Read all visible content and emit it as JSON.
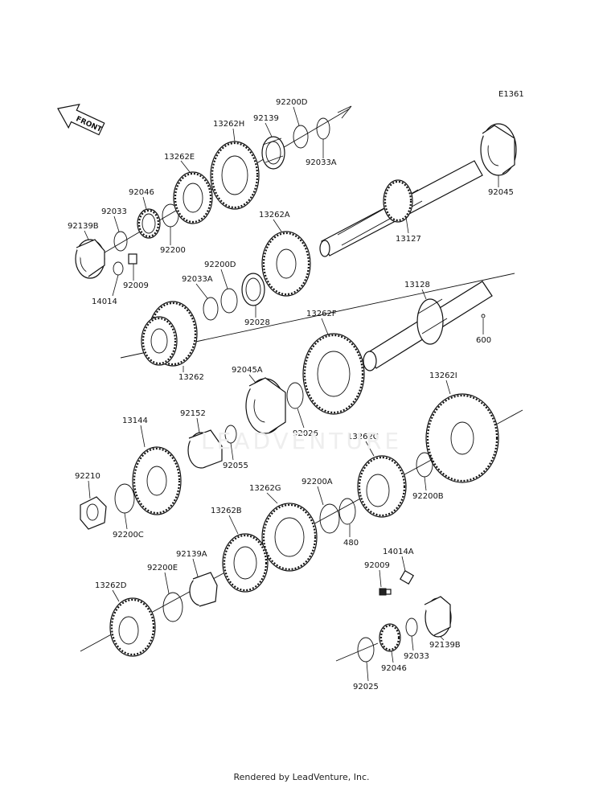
{
  "diagram": {
    "code": "E1361",
    "front_label": "FRONT",
    "watermark": "LEADVENTURE",
    "footer": "Rendered by LeadVenture, Inc."
  },
  "labels": {
    "p13262H": "13262H",
    "p92139_top": "92139",
    "p92200D_top": "92200D",
    "p92033A_top": "92033A",
    "p13262E": "13262E",
    "p92046_top": "92046",
    "p92033_top": "92033",
    "p92139B_top": "92139B",
    "p92200": "92200",
    "p92009_top": "92009",
    "p14014": "14014",
    "p92045": "92045",
    "p13127": "13127",
    "p13262A": "13262A",
    "p92200D_mid": "92200D",
    "p92033A_mid": "92033A",
    "p92028": "92028",
    "p13262": "13262",
    "p13128": "13128",
    "p600": "600",
    "p13262F": "13262F",
    "p92045A": "92045A",
    "p92026": "92026",
    "p92152": "92152",
    "p92055": "92055",
    "p13144": "13144",
    "p92210": "92210",
    "p92200C": "92200C",
    "p13262I": "13262I",
    "p13262C": "13262C",
    "p92200B": "92200B",
    "p92200A": "92200A",
    "p480": "480",
    "p13262G": "13262G",
    "p13262B": "13262B",
    "p92139A": "92139A",
    "p92200E": "92200E",
    "p13262D": "13262D",
    "p14014A": "14014A",
    "p92009_bot": "92009",
    "p92139B_bot": "92139B",
    "p92033_bot": "92033",
    "p92046_bot": "92046",
    "p92025": "92025"
  }
}
